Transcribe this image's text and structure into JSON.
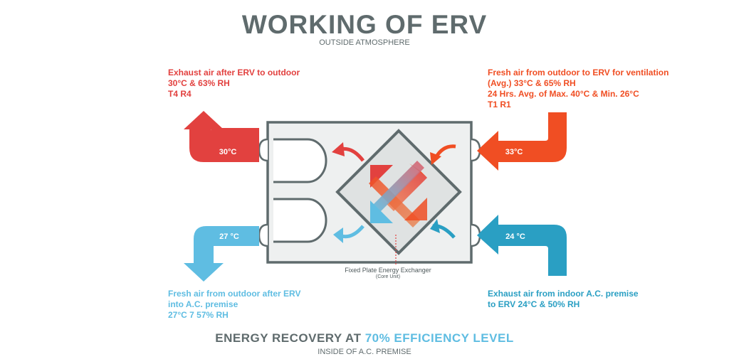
{
  "title": "WORKING OF ERV",
  "subtitle": "OUTSIDE ATMOSPHERE",
  "exhaust_out": {
    "lines": [
      "Exhaust air after ERV to outdoor",
      "30°C & 63% RH",
      "T4 R4"
    ],
    "temp": "30°C",
    "color": "#e2413f"
  },
  "fresh_in": {
    "lines": [
      "Fresh air from outdoor to ERV for ventilation",
      "(Avg.) 33°C & 65% RH",
      "24 Hrs. Avg. of Max. 40°C & Min. 26°C",
      "T1 R1"
    ],
    "temp": "33°C",
    "color": "#f04e23"
  },
  "fresh_supply": {
    "lines": [
      "Fresh air from outdoor after ERV",
      "into A.C. premise",
      "27°C 7 57% RH"
    ],
    "temp": "27 °C",
    "color": "#5fbde2"
  },
  "exhaust_in": {
    "lines": [
      "Exhaust air from indoor A.C. premise",
      "to ERV 24°C & 50% RH"
    ],
    "temp": "24 °C",
    "color": "#2a9fc3"
  },
  "core": {
    "label": "Fixed Plate Energy Exchanger",
    "sublabel": "(Core Unit)"
  },
  "footer": {
    "prefix": "ENERGY RECOVERY AT ",
    "highlight": "70% EFFICIENCY LEVEL",
    "sub": "INSIDE OF A.C. PREMISE"
  },
  "colors": {
    "frame": "#5f6b6d",
    "unit_fill": "#eef0f0",
    "core_fill": "#dfe2e2"
  }
}
